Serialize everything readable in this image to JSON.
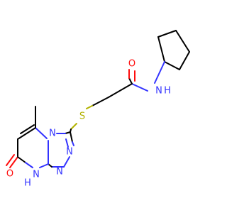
{
  "colors": {
    "background": "#ffffff",
    "bond": "#000000",
    "nitrogen": "#3333ff",
    "oxygen": "#ff0d0d",
    "sulfur": "#b2b200"
  },
  "molecule": {
    "atom_labels": {
      "o_amide": "O",
      "nh_amide": "N",
      "h_amide": "H",
      "s_thio": "S",
      "n_triazole_bridge": "N",
      "n_triazole_3": "N",
      "n_triazole_2": "N",
      "o_keto": "O",
      "nh_ring": "N",
      "h_ring": "H"
    }
  }
}
